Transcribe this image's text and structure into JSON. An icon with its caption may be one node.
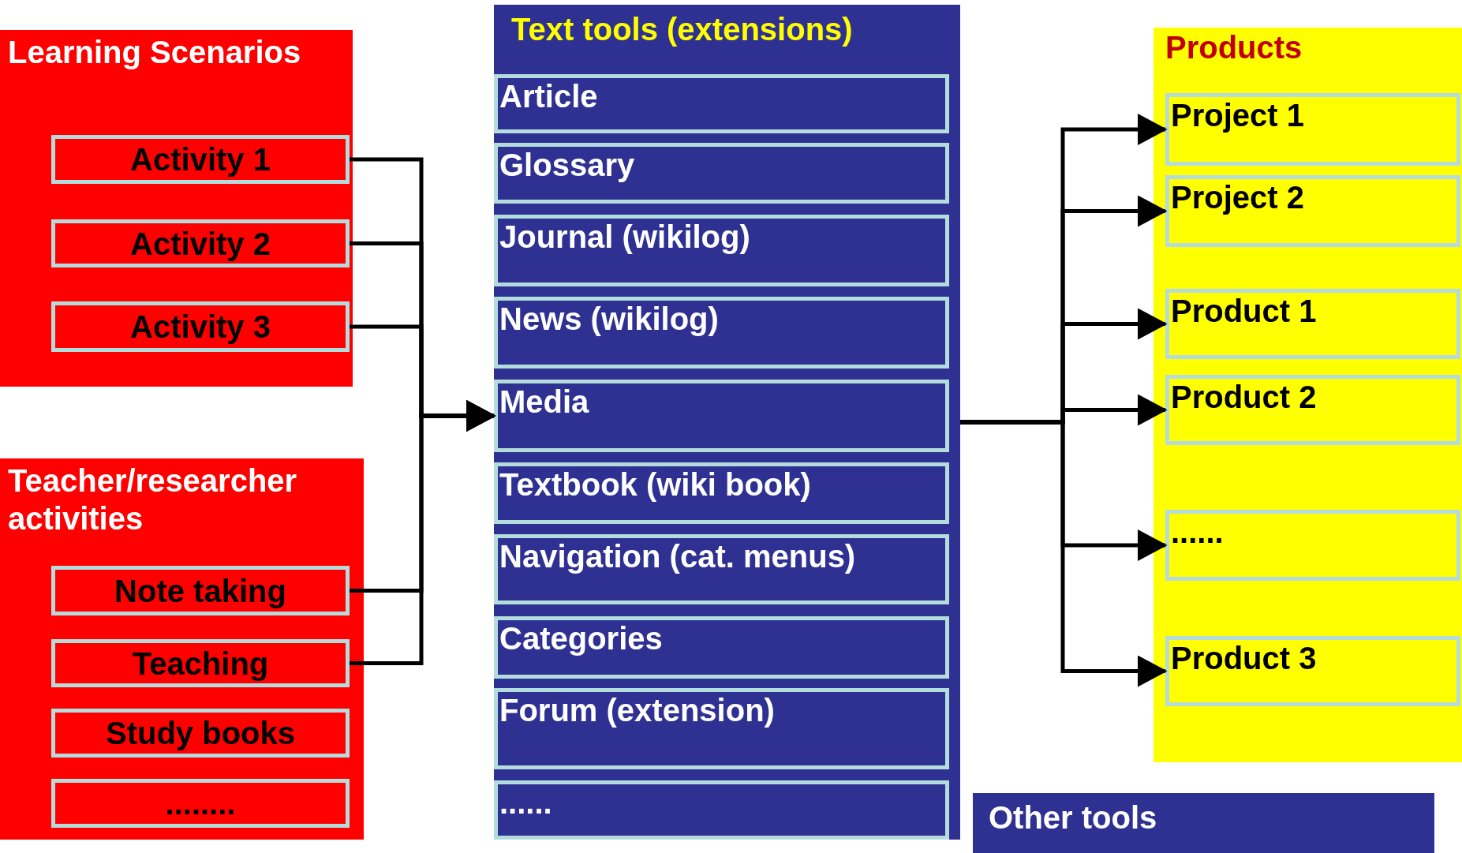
{
  "diagram": {
    "nodes": [
      {
        "text": [
          "Learning Scenarios"
        ]
      },
      {
        "text": [
          "Activity 1"
        ],
        "in": 0
      },
      {
        "text": [
          "Activity 2"
        ],
        "in": 0
      },
      {
        "text": [
          "Activity 3"
        ],
        "in": 0
      },
      {
        "text": [
          "Teacher/researcher activities"
        ]
      },
      {
        "text": [
          "Note taking"
        ],
        "in": 4
      },
      {
        "text": [
          "Teaching"
        ],
        "in": 4
      },
      {
        "text": [
          "Study books"
        ],
        "in": 4
      },
      {
        "text": [
          "........"
        ],
        "in": 4
      },
      {
        "text": [
          "Text tools (extensions)"
        ]
      },
      {
        "text": [
          "Article"
        ],
        "in": 9
      },
      {
        "text": [
          "Glossary"
        ],
        "in": 9
      },
      {
        "text": [
          "Journal (wikilog)"
        ],
        "in": 9
      },
      {
        "text": [
          "News (wikilog)"
        ],
        "in": 9
      },
      {
        "text": [
          "Media"
        ],
        "in": 9
      },
      {
        "text": [
          "Textbook (wiki book)"
        ],
        "in": 9
      },
      {
        "text": [
          "Navigation (cat. menus)"
        ],
        "in": 9
      },
      {
        "text": [
          "Categories"
        ],
        "in": 9
      },
      {
        "text": [
          "Forum (extension)"
        ],
        "in": 9
      },
      {
        "text": [
          "......"
        ],
        "in": 9
      },
      {
        "text": [
          "Products"
        ]
      },
      {
        "text": [
          "Project 1"
        ],
        "in": 20
      },
      {
        "text": [
          "Project 2"
        ],
        "in": 20
      },
      {
        "text": [
          "Product 1"
        ],
        "in": 20
      },
      {
        "text": [
          "Product 2"
        ],
        "in": 20
      },
      {
        "text": [
          "......"
        ],
        "in": 20
      },
      {
        "text": [
          "Product 3"
        ],
        "in": 20
      },
      {
        "text": [
          "Other tools"
        ]
      }
    ],
    "edges": [
      {
        "from": 1,
        "to": 14,
        "arrow": "to"
      },
      {
        "from": 2,
        "to": 14,
        "arrow": "to"
      },
      {
        "from": 3,
        "to": 14,
        "arrow": "to"
      },
      {
        "from": 5,
        "to": 14,
        "arrow": "to"
      },
      {
        "from": 6,
        "to": 14,
        "arrow": "to"
      },
      {
        "from": 9,
        "to": 21,
        "arrow": "to"
      },
      {
        "from": 9,
        "to": 22,
        "arrow": "to"
      },
      {
        "from": 9,
        "to": 23,
        "arrow": "to"
      },
      {
        "from": 9,
        "to": 24,
        "arrow": "to"
      },
      {
        "from": 9,
        "to": 25,
        "arrow": "to"
      },
      {
        "from": 9,
        "to": 26,
        "arrow": "to"
      }
    ]
  }
}
